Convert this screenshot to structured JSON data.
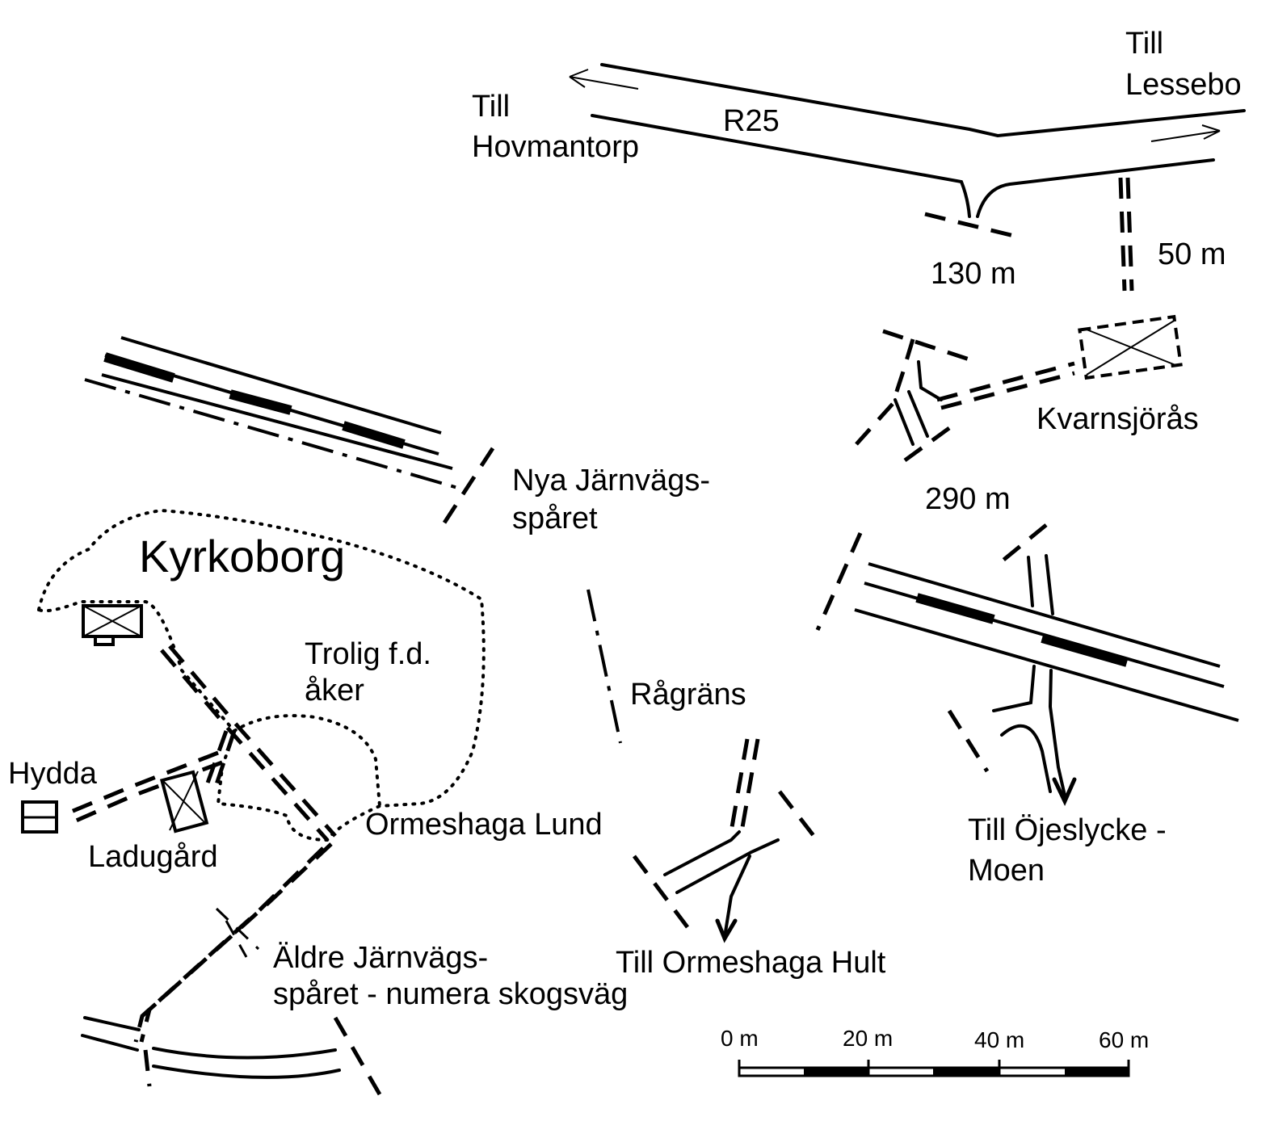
{
  "map": {
    "labels": {
      "till_hovmantorp_1": "Till",
      "till_hovmantorp_2": "Hovmantorp",
      "r25": "R25",
      "till_lessebo_1": "Till",
      "till_lessebo_2": "Lessebo",
      "dist_130": "130 m",
      "dist_50": "50 m",
      "kvarnsjoras": "Kvarnsjörås",
      "dist_290": "290 m",
      "nya_jarnvag_1": "Nya Järnvägs-",
      "nya_jarnvag_2": "spåret",
      "kyrkoborg": "Kyrkoborg",
      "trolig_1": "Trolig f.d.",
      "trolig_2": "åker",
      "ragrans": "Rågräns",
      "hydda": "Hydda",
      "ormeshaga_lund": "Ormeshaga Lund",
      "ladugard": "Ladugård",
      "aldre_jarnvag_1": "Äldre Järnvägs-",
      "aldre_jarnvag_2": "spåret - numera skogsväg",
      "till_ormeshaga_hult": "Till Ormeshaga Hult",
      "till_ojeslycke_1": "Till Öjeslycke -",
      "till_ojeslycke_2": "Moen"
    },
    "scale_bar": {
      "ticks": [
        "0 m",
        "20 m",
        "40 m",
        "60 m"
      ]
    }
  }
}
